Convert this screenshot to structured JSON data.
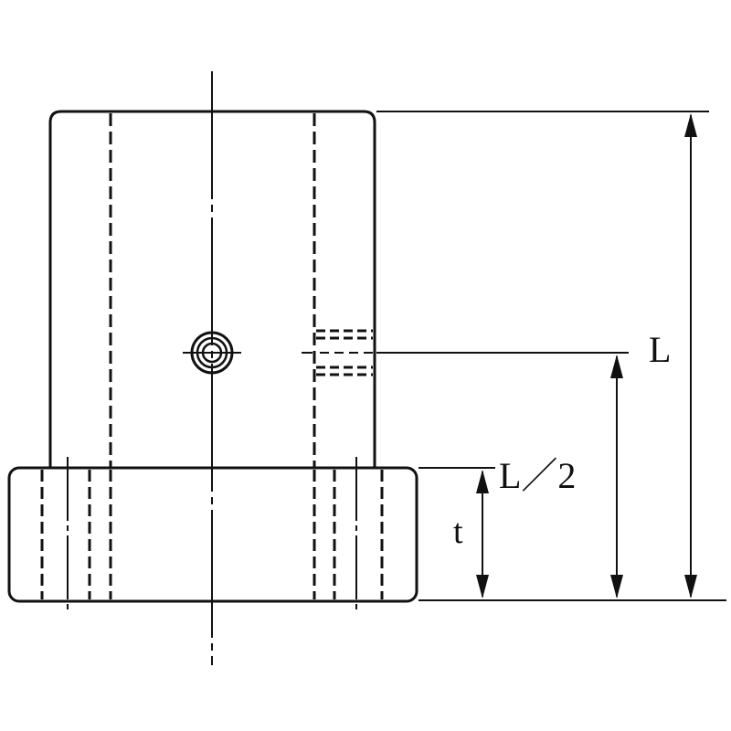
{
  "drawing": {
    "line_color": "#111111",
    "background": "#ffffff",
    "labels": {
      "length": "L",
      "half_length": "L／2",
      "thickness": "t"
    }
  }
}
